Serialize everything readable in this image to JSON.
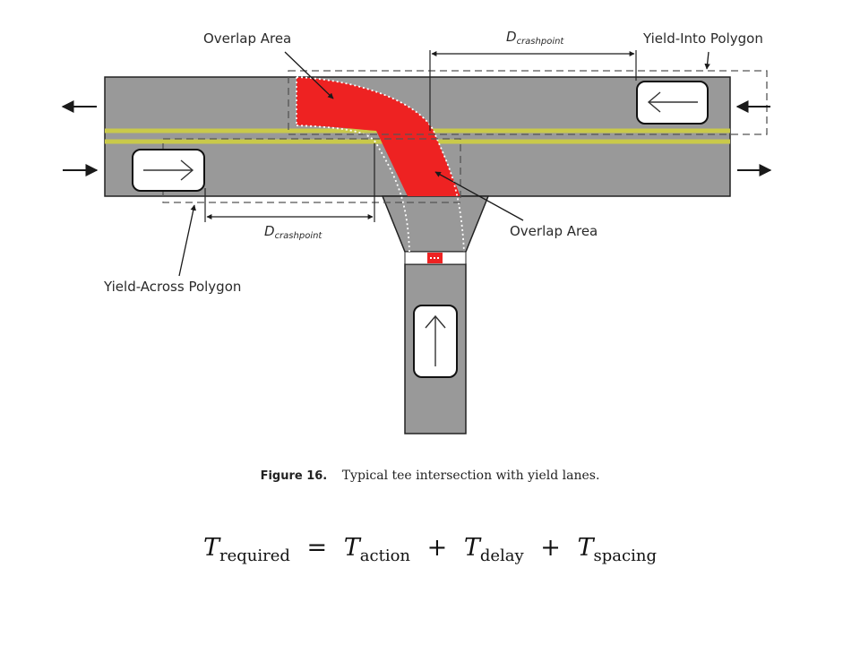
{
  "labels": {
    "overlap_top": "Overlap Area",
    "overlap_bottom": "Overlap Area",
    "yield_into": "Yield-Into Polygon",
    "yield_across": "Yield-Across Polygon",
    "d_top_main": "D",
    "d_top_sub": "crashpoint",
    "d_bottom_main": "D",
    "d_bottom_sub": "crashpoint"
  },
  "caption": {
    "figure_label": "Figure 16.",
    "text": "Typical tee intersection with yield lanes."
  },
  "equation": {
    "lhs_var": "T",
    "lhs_sub": "required",
    "eq": "=",
    "t1_var": "T",
    "t1_sub": "action",
    "plus1": "+",
    "t2_var": "T",
    "t2_sub": "delay",
    "plus2": "+",
    "t3_var": "T",
    "t3_sub": "spacing"
  },
  "colors": {
    "road": "#999999",
    "center_line": "#c9c94a",
    "overlap": "#ee2222",
    "polygon_outline": "#555555"
  },
  "icons": [
    "arrow-left-icon",
    "arrow-right-icon",
    "arrow-up-icon"
  ]
}
